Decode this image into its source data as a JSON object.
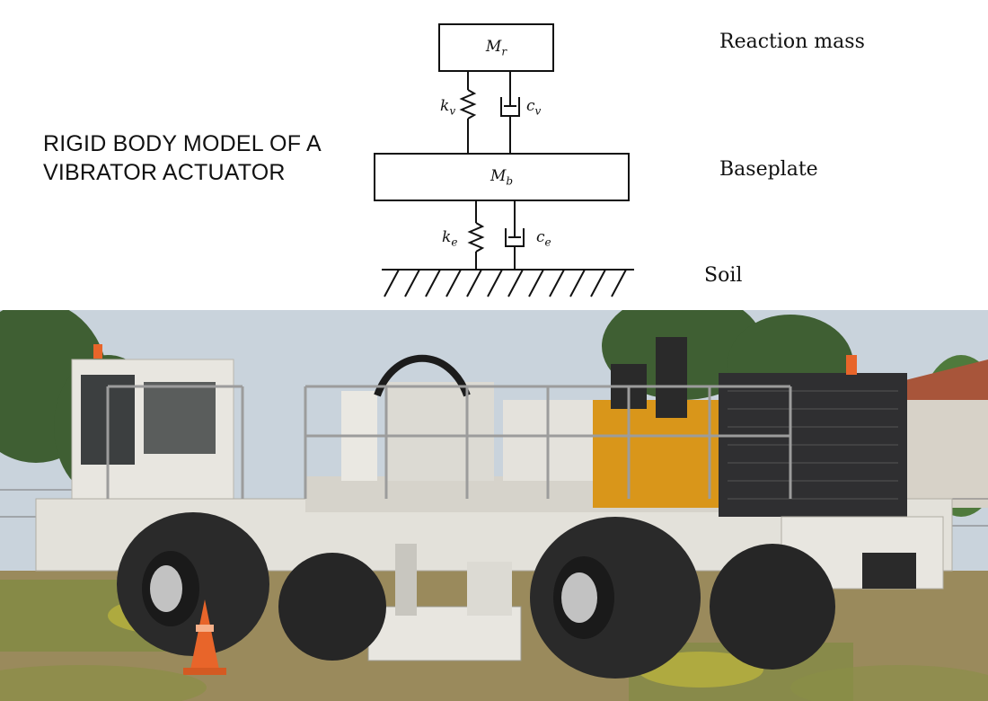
{
  "diagram": {
    "title_line1": "RIGID BODY MODEL OF A",
    "title_line2": "VIBRATOR ACTUATOR",
    "reaction_mass_label": "Reaction mass",
    "baseplate_label": "Baseplate",
    "soil_label": "Soil",
    "reaction_mass": {
      "symbol": "M",
      "sub": "r"
    },
    "baseplate_mass": {
      "symbol": "M",
      "sub": "b"
    },
    "upper_spring": {
      "symbol": "k",
      "sub": "v"
    },
    "upper_damper": {
      "symbol": "c",
      "sub": "v"
    },
    "lower_spring": {
      "symbol": "k",
      "sub": "e"
    },
    "lower_damper": {
      "symbol": "c",
      "sub": "e"
    }
  },
  "colors": {
    "line": "#111111",
    "sky": "#c9d3dc",
    "truck": "#e8e6e0",
    "tire": "#2a2a2a",
    "grass": "#9a8a5c",
    "cone": "#e8652a",
    "engine": "#d9961a"
  }
}
